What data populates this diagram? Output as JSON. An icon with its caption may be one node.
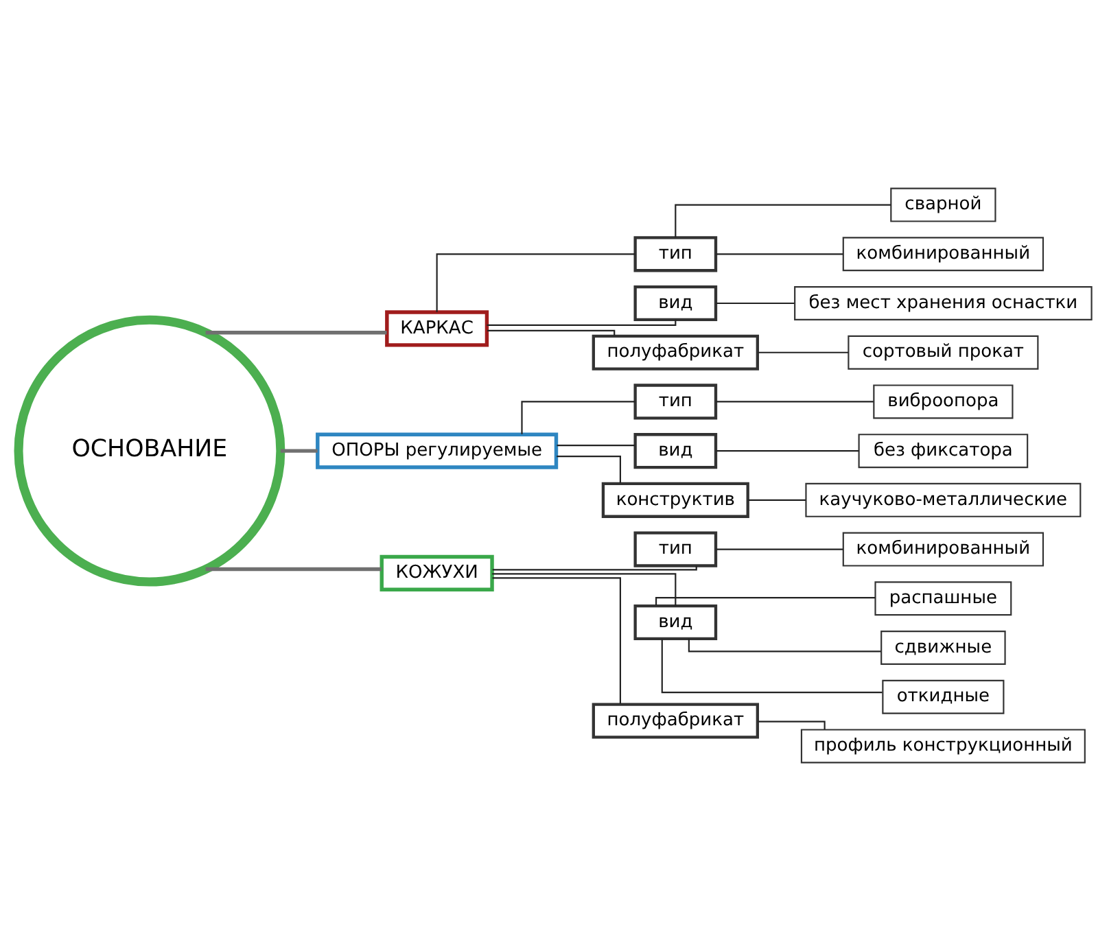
{
  "diagram": {
    "nodes": [
      {
        "text": [
          "ОСНОВАНИЕ"
        ]
      },
      {
        "text": [
          "КАРКАС"
        ]
      },
      {
        "text": [
          "тип"
        ]
      },
      {
        "text": [
          "сварной"
        ]
      },
      {
        "text": [
          "комбинированный"
        ]
      },
      {
        "text": [
          "вид"
        ]
      },
      {
        "text": [
          "без мест хранения оснастки"
        ]
      },
      {
        "text": [
          "полуфабрикат"
        ]
      },
      {
        "text": [
          "сортовый прокат"
        ]
      },
      {
        "text": [
          "ОПОРЫ регулируемые"
        ]
      },
      {
        "text": [
          "тип"
        ]
      },
      {
        "text": [
          "виброопора"
        ]
      },
      {
        "text": [
          "вид"
        ]
      },
      {
        "text": [
          "без фиксатора"
        ]
      },
      {
        "text": [
          "конструктив"
        ]
      },
      {
        "text": [
          "каучуково-металлические"
        ]
      },
      {
        "text": [
          "КОЖУХИ"
        ]
      },
      {
        "text": [
          "тип"
        ]
      },
      {
        "text": [
          "комбинированный"
        ]
      },
      {
        "text": [
          "вид"
        ]
      },
      {
        "text": [
          "распашные"
        ]
      },
      {
        "text": [
          "сдвижные"
        ]
      },
      {
        "text": [
          "откидные"
        ]
      },
      {
        "text": [
          "полуфабрикат"
        ]
      },
      {
        "text": [
          "профиль конструкционный"
        ]
      }
    ],
    "edges": [
      {
        "from": 0,
        "to": 1,
        "arrow": "none",
        "style": "thick",
        "color": "#707070"
      },
      {
        "from": 1,
        "to": 2,
        "arrow": "none"
      },
      {
        "from": 2,
        "to": 3,
        "arrow": "none"
      },
      {
        "from": 2,
        "to": 4,
        "arrow": "none"
      },
      {
        "from": 1,
        "to": 5,
        "arrow": "none"
      },
      {
        "from": 5,
        "to": 6,
        "arrow": "none"
      },
      {
        "from": 1,
        "to": 7,
        "arrow": "none"
      },
      {
        "from": 7,
        "to": 8,
        "arrow": "none"
      },
      {
        "from": 0,
        "to": 9,
        "arrow": "none",
        "style": "thick",
        "color": "#707070"
      },
      {
        "from": 9,
        "to": 10,
        "arrow": "none"
      },
      {
        "from": 10,
        "to": 11,
        "arrow": "none"
      },
      {
        "from": 9,
        "to": 12,
        "arrow": "none"
      },
      {
        "from": 12,
        "to": 13,
        "arrow": "none"
      },
      {
        "from": 9,
        "to": 14,
        "arrow": "none"
      },
      {
        "from": 14,
        "to": 15,
        "arrow": "none"
      },
      {
        "from": 0,
        "to": 16,
        "arrow": "none",
        "style": "thick",
        "color": "#707070"
      },
      {
        "from": 16,
        "to": 17,
        "arrow": "none"
      },
      {
        "from": 17,
        "to": 18,
        "arrow": "none"
      },
      {
        "from": 16,
        "to": 19,
        "arrow": "none"
      },
      {
        "from": 19,
        "to": 20,
        "arrow": "none"
      },
      {
        "from": 19,
        "to": 21,
        "arrow": "none"
      },
      {
        "from": 19,
        "to": 22,
        "arrow": "none"
      },
      {
        "from": 16,
        "to": 23,
        "arrow": "none"
      },
      {
        "from": 23,
        "to": 24,
        "arrow": "none"
      }
    ]
  }
}
